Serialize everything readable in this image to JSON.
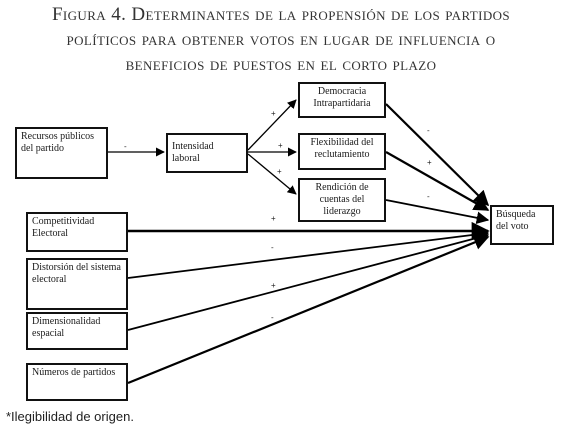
{
  "title": {
    "line1": "Figura 4. Determinantes de la propensión de los partidos",
    "line2": "políticos para obtener votos en lugar de influencia o",
    "line3": "beneficios de puestos en el corto plazo"
  },
  "nodes": {
    "recursos": "Recursos públicos del partido",
    "intensidad": "Intensidad laboral",
    "democracia": "Democracia Intrapartidaria",
    "flexibilidad": "Flexibilidad del reclutamiento",
    "rendicion": "Rendición de cuentas del liderazgo",
    "competitividad": "Competitividad Electoral",
    "distorsion": "Distorsión del sistema electoral",
    "dimensionalidad": "Dimensionalidad espacial",
    "numeros": "Números de partidos",
    "busqueda": "Búsqueda del voto"
  },
  "signs": {
    "recursos_intensidad": "-",
    "intensidad_democracia": "+",
    "intensidad_flexibilidad": "+",
    "intensidad_rendicion": "+",
    "democracia_busqueda": "-",
    "flexibilidad_busqueda": "+",
    "rendicion_busqueda": "-",
    "competitividad_busqueda": "+",
    "distorsion_busqueda": "-",
    "dimensionalidad_busqueda": "+",
    "numeros_busqueda": "-"
  },
  "footnote": "*Ilegibilidad de origen."
}
